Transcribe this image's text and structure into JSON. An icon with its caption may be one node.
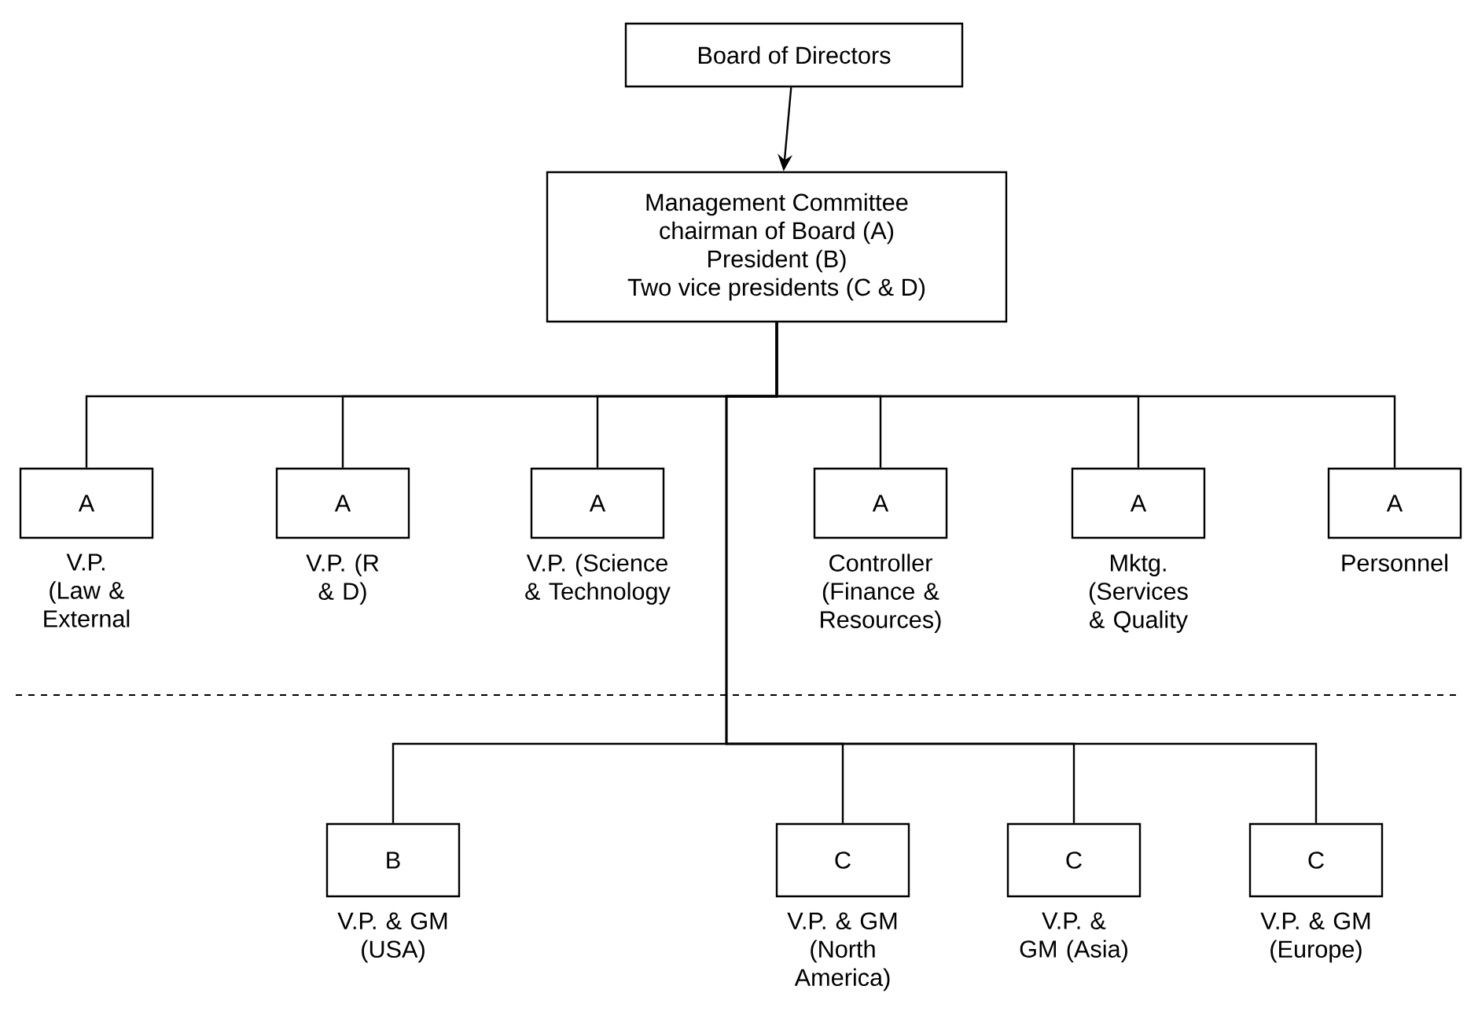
{
  "diagram": {
    "nodes": [
      {
        "text": [
          "Board of Directors"
        ]
      },
      {
        "text": [
          "Management Committee",
          "chairman of Board (A)",
          "President (B)",
          "Two vice presidents (C & D)"
        ]
      },
      {
        "text": [
          "A"
        ],
        "beside": [
          "V.P. (Law & External"
        ]
      },
      {
        "text": [
          "A"
        ],
        "beside": [
          "V.P. (R & D)"
        ]
      },
      {
        "text": [
          "A"
        ],
        "beside": [
          "V.P. (Science & Technology"
        ]
      },
      {
        "text": [
          "A"
        ],
        "beside": [
          "Controller (Finance & Resources)"
        ]
      },
      {
        "text": [
          "A"
        ],
        "beside": [
          "Mktg. (Services & Quality"
        ]
      },
      {
        "text": [
          "A"
        ],
        "beside": [
          "Personnel"
        ]
      },
      {
        "text": [
          "B"
        ],
        "beside": [
          "V.P. & GM (USA)"
        ]
      },
      {
        "text": [
          "C"
        ],
        "beside": [
          "V.P. & GM (North America)"
        ]
      },
      {
        "text": [
          "C"
        ],
        "beside": [
          "V.P. & GM (Asia)"
        ]
      },
      {
        "text": [
          "C"
        ],
        "beside": [
          "V.P. & GM (Europe)"
        ]
      }
    ],
    "edges": [
      {
        "from": 0,
        "to": 1,
        "arrow": "to"
      },
      {
        "from": 1,
        "to": 2,
        "arrow": "none"
      },
      {
        "from": 1,
        "to": 3,
        "arrow": "none"
      },
      {
        "from": 1,
        "to": 4,
        "arrow": "none"
      },
      {
        "from": 1,
        "to": 5,
        "arrow": "none"
      },
      {
        "from": 1,
        "to": 6,
        "arrow": "none"
      },
      {
        "from": 1,
        "to": 7,
        "arrow": "none"
      },
      {
        "from": 1,
        "to": 8,
        "arrow": "none"
      },
      {
        "from": 1,
        "to": 9,
        "arrow": "none"
      },
      {
        "from": 1,
        "to": 10,
        "arrow": "none"
      },
      {
        "from": 1,
        "to": 11,
        "arrow": "none"
      }
    ]
  }
}
